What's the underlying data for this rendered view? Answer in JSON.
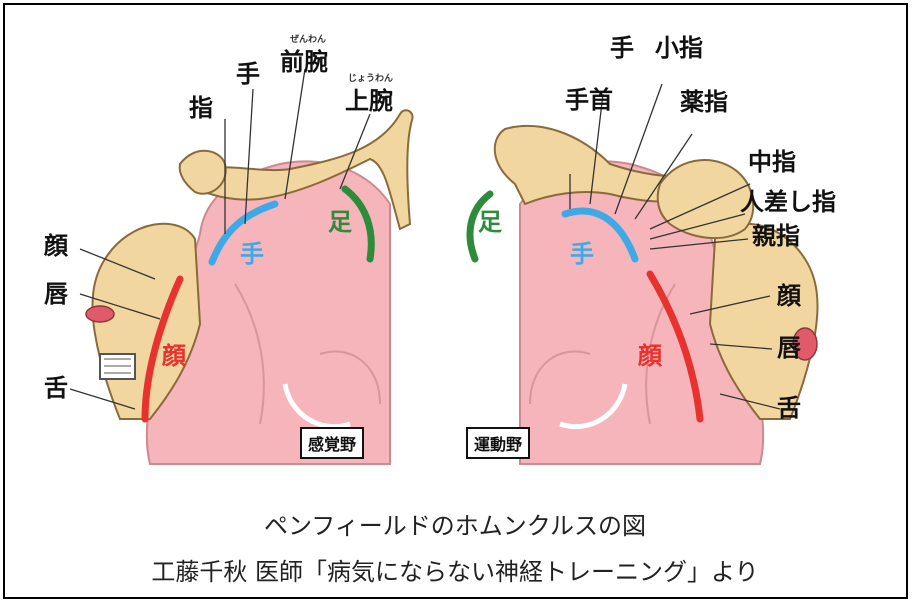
{
  "labels_left": {
    "finger": "指",
    "hand": "手",
    "forearm": "前腕",
    "forearm_ruby": "ぜんわん",
    "upper_arm": "上腕",
    "upper_arm_ruby": "じょうわん",
    "face": "顔",
    "lips": "唇",
    "tongue": "舌"
  },
  "labels_right": {
    "hand": "手",
    "little_finger": "小指",
    "wrist": "手首",
    "ring_finger": "薬指",
    "middle_finger": "中指",
    "index_finger": "人差し指",
    "thumb": "親指",
    "face": "顔",
    "lips": "唇",
    "tongue": "舌"
  },
  "regions_left": {
    "hand": "手",
    "foot": "足",
    "face": "顔"
  },
  "regions_right": {
    "hand": "手",
    "foot": "足",
    "face": "顔"
  },
  "box_left": "感覚野",
  "box_right": "運動野",
  "caption": {
    "line1": "ペンフィールドのホムンクルスの図",
    "line2": "工藤千秋 医師「病気にならない神経トレーニング」より"
  },
  "colors": {
    "brain": "#f5b5bb",
    "brain_outline": "#c98a90",
    "skin": "#f2d6a0",
    "hand_band": "#3fa9e8",
    "foot_band": "#2e8b3a",
    "face_band": "#e8322d"
  }
}
